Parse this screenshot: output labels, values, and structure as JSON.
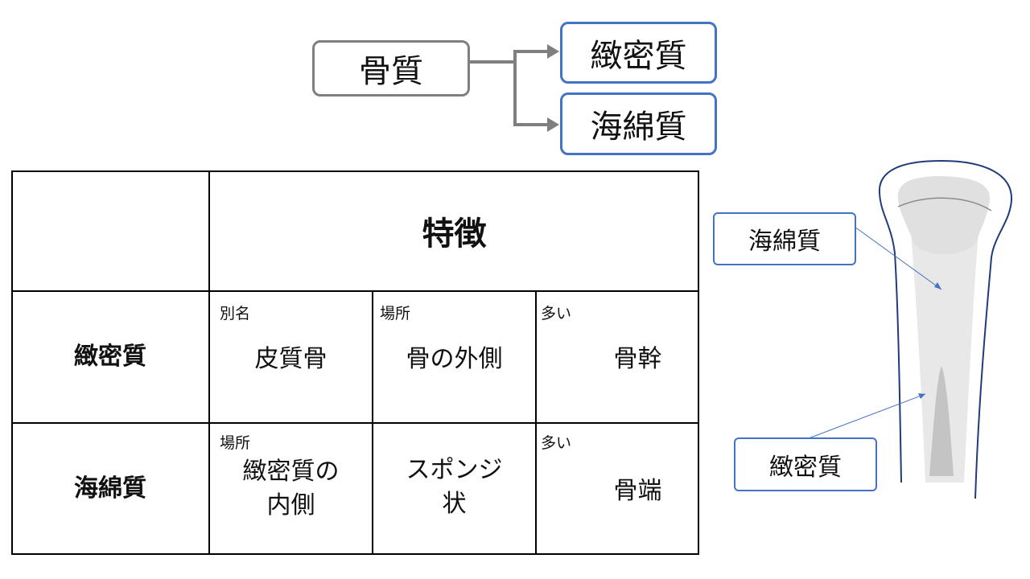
{
  "flow": {
    "root": "骨質",
    "children": [
      "緻密質",
      "海綿質"
    ]
  },
  "table": {
    "header": "特徴",
    "rows": [
      {
        "name": "緻密質",
        "cells": [
          {
            "label": "別名",
            "value": "皮質骨"
          },
          {
            "label": "場所",
            "value": "骨の外側"
          },
          {
            "label": "多い",
            "value": "骨幹"
          }
        ]
      },
      {
        "name": "海綿質",
        "cells": [
          {
            "label": "場所",
            "value_line1": "緻密質の",
            "value_line2": "内側"
          },
          {
            "value_line1": "スポンジ",
            "value_line2": "状"
          },
          {
            "label": "多い",
            "value": "骨端"
          }
        ]
      }
    ]
  },
  "illustration": {
    "callouts": [
      "海綿質",
      "緻密質"
    ]
  },
  "colors": {
    "accent_blue": "#4472c4",
    "flow_gray": "#7f7f7f"
  }
}
